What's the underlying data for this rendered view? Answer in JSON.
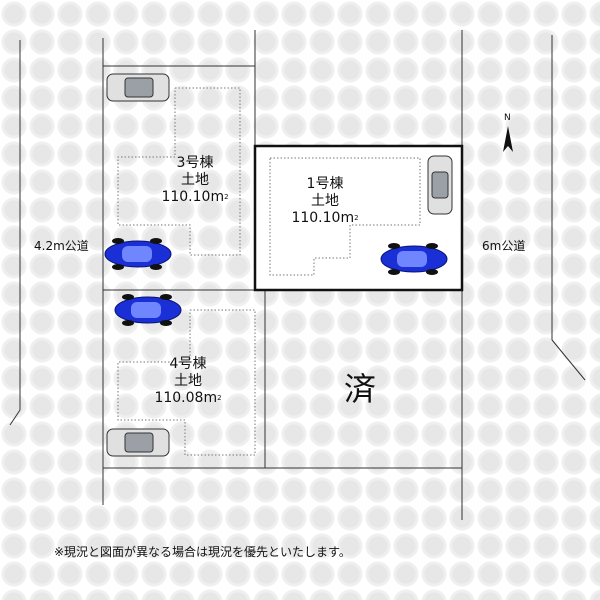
{
  "lots": {
    "lot3": {
      "name": "3号棟",
      "type": "土地",
      "area": "110.10m",
      "sup": "2"
    },
    "lot1": {
      "name": "1号棟",
      "type": "土地",
      "area": "110.10m",
      "sup": "2"
    },
    "lot4": {
      "name": "4号棟",
      "type": "土地",
      "area": "110.08m",
      "sup": "2"
    }
  },
  "roads": {
    "left": "4.2m公道",
    "right": "6m公道"
  },
  "sold_label": "済",
  "compass_label": "N",
  "note": "※現況と図面が異なる場合は現況を優先といたします。",
  "colors": {
    "car_blue": "#1a2fd6",
    "car_gray": "#d9d9d9"
  }
}
